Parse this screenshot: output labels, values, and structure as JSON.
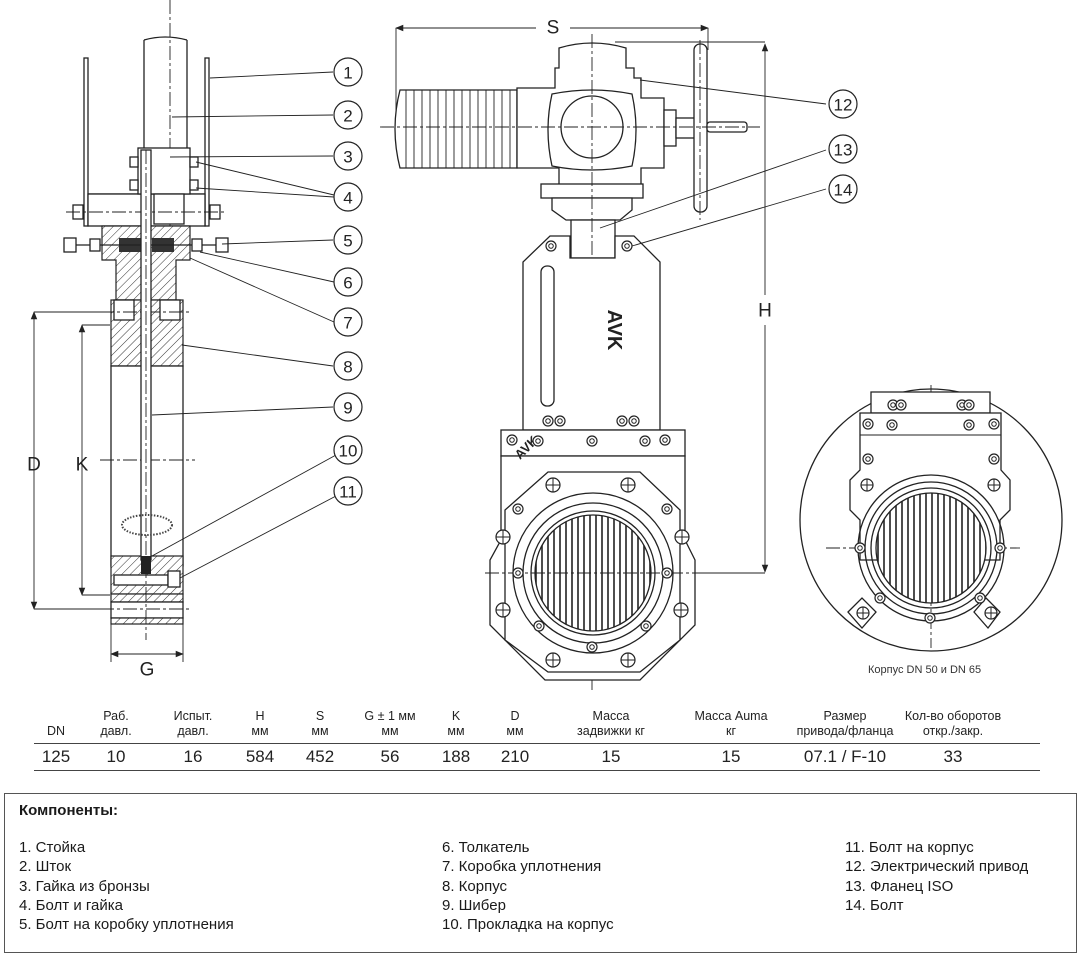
{
  "drawing": {
    "dimension_labels": {
      "S": "S",
      "H": "H",
      "D": "D",
      "K": "K",
      "G": "G"
    },
    "callouts": [
      "1",
      "2",
      "3",
      "4",
      "5",
      "6",
      "7",
      "8",
      "9",
      "10",
      "11",
      "12",
      "13",
      "14"
    ],
    "detail_caption": "Корпус DN 50 и DN 65",
    "logo_text": "AVK"
  },
  "spec_table": {
    "columns": [
      {
        "key": "dn",
        "header": "DN"
      },
      {
        "key": "work_pressure",
        "header": "Раб.\nдавл."
      },
      {
        "key": "test_pressure",
        "header": "Испыт.\nдавл."
      },
      {
        "key": "h",
        "header": "H\nмм"
      },
      {
        "key": "s",
        "header": "S\nмм"
      },
      {
        "key": "g",
        "header": "G ± 1 мм\nмм"
      },
      {
        "key": "k",
        "header": "K\nмм"
      },
      {
        "key": "d",
        "header": "D\nмм"
      },
      {
        "key": "valve_mass",
        "header": "Масса\nзадвижки кг"
      },
      {
        "key": "auma_mass",
        "header": "Масса Auma\nкг"
      },
      {
        "key": "actuator_flange",
        "header": "Размер\nпривода/фланца"
      },
      {
        "key": "turns",
        "header": "Кол-во оборотов\nоткр./закр."
      }
    ],
    "rows": [
      {
        "dn": "125",
        "work_pressure": "10",
        "test_pressure": "16",
        "h": "584",
        "s": "452",
        "g": "56",
        "k": "188",
        "d": "210",
        "valve_mass": "15",
        "auma_mass": "15",
        "actuator_flange": "07.1 / F-10",
        "turns": "33"
      }
    ]
  },
  "components": {
    "title": "Компоненты:",
    "columns": [
      [
        "1. Стойка",
        "2. Шток",
        "3. Гайка из бронзы",
        "4. Болт и гайка",
        "5. Болт на коробку уплотнения"
      ],
      [
        "6. Толкатель",
        "7. Коробка уплотнения",
        "8. Корпус",
        "9. Шибер",
        "10. Прокладка на корпус"
      ],
      [
        "11. Болт на корпус",
        "12. Электрический привод",
        "13. Фланец ISO",
        "14. Болт"
      ]
    ]
  }
}
